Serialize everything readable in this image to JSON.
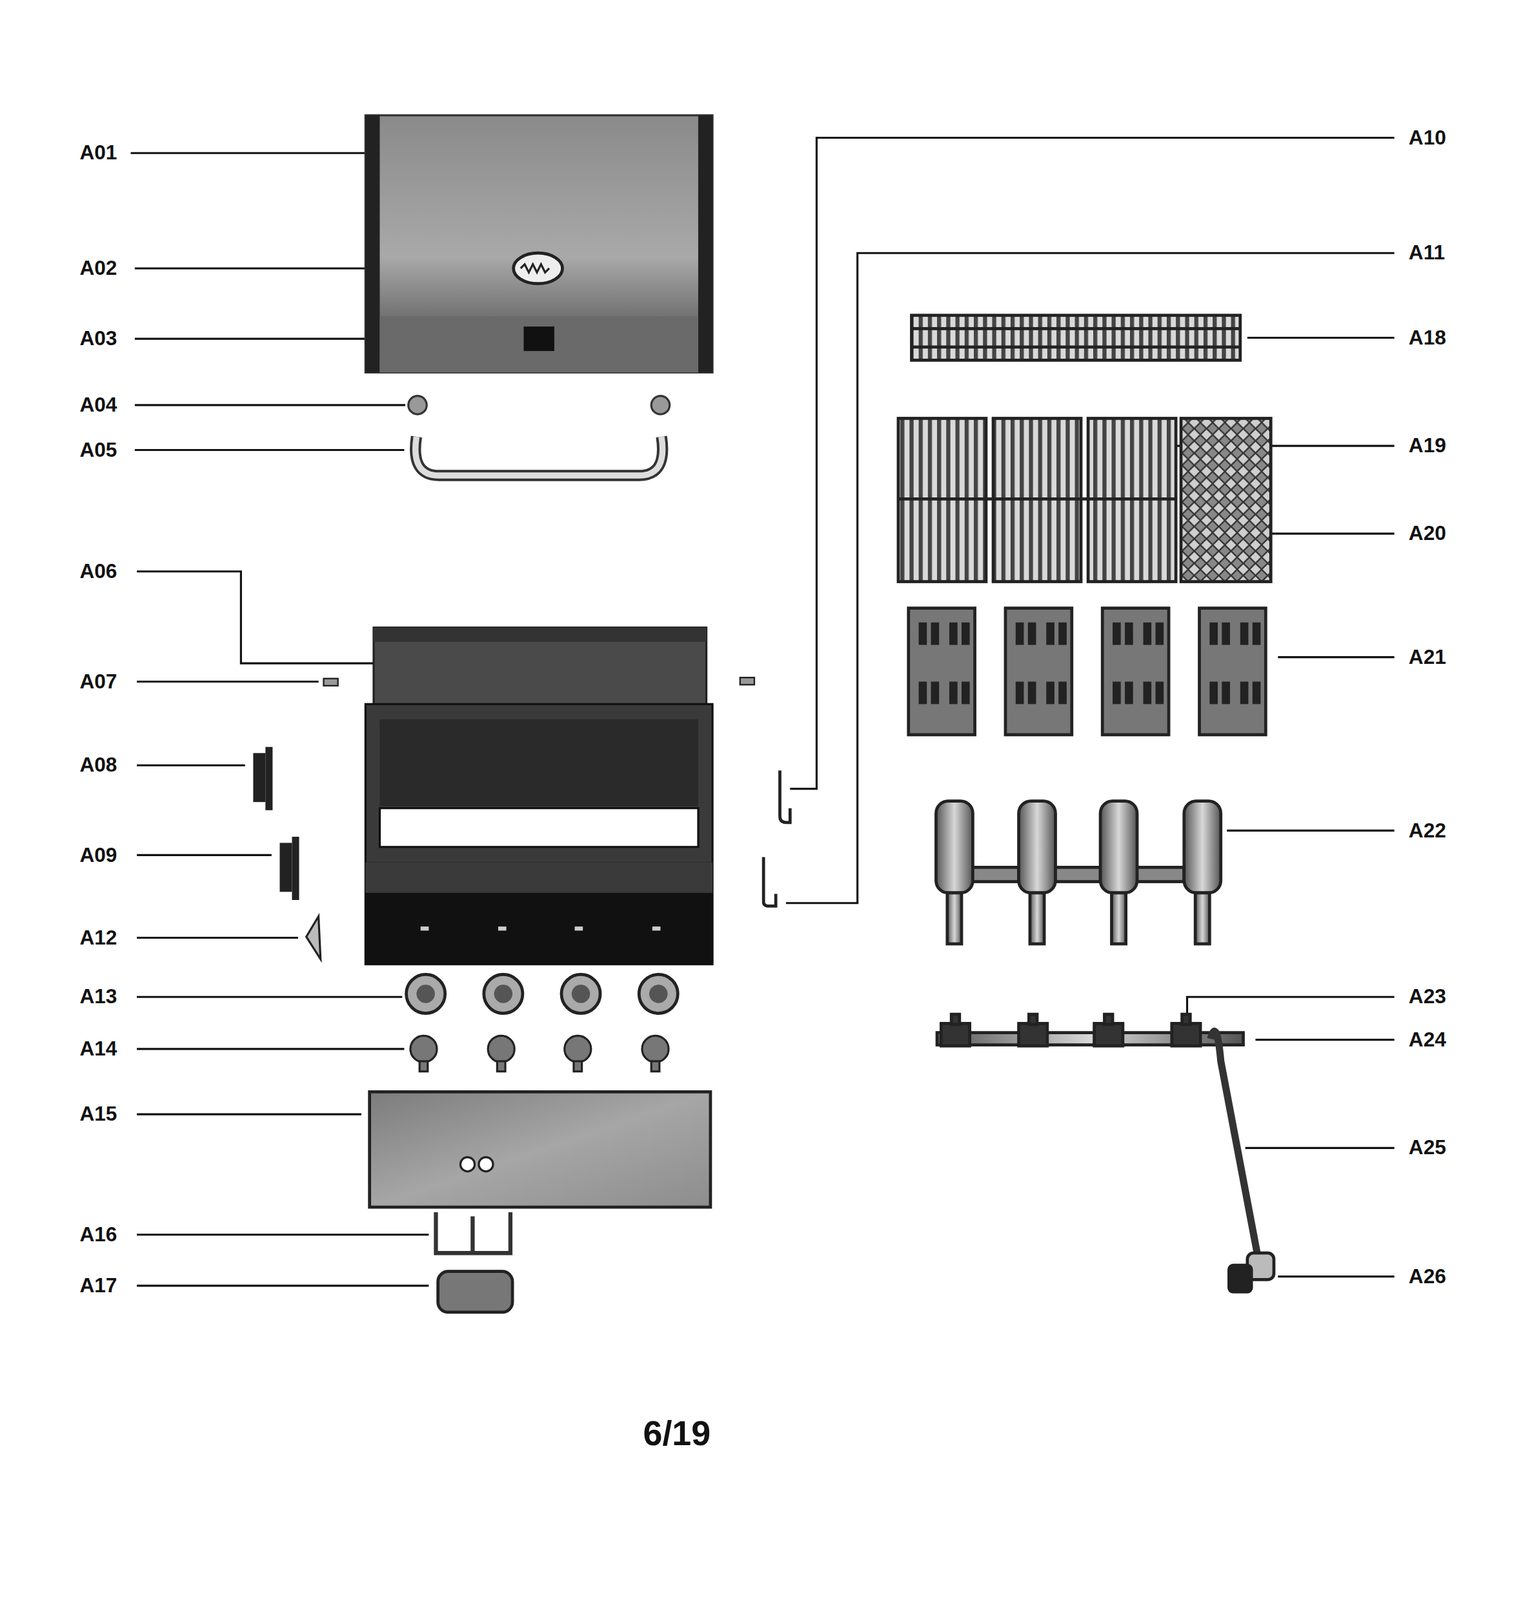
{
  "diagram": {
    "labels": [
      "A01",
      "A02",
      "A03",
      "A04",
      "A05",
      "A06",
      "A07",
      "A08",
      "A09",
      "A12",
      "A13",
      "A14",
      "A15",
      "A16",
      "A17",
      "A10",
      "A11",
      "A18",
      "A19",
      "A20",
      "A21",
      "A22",
      "A23",
      "A24",
      "A25",
      "A26",
      "6/19"
    ]
  }
}
